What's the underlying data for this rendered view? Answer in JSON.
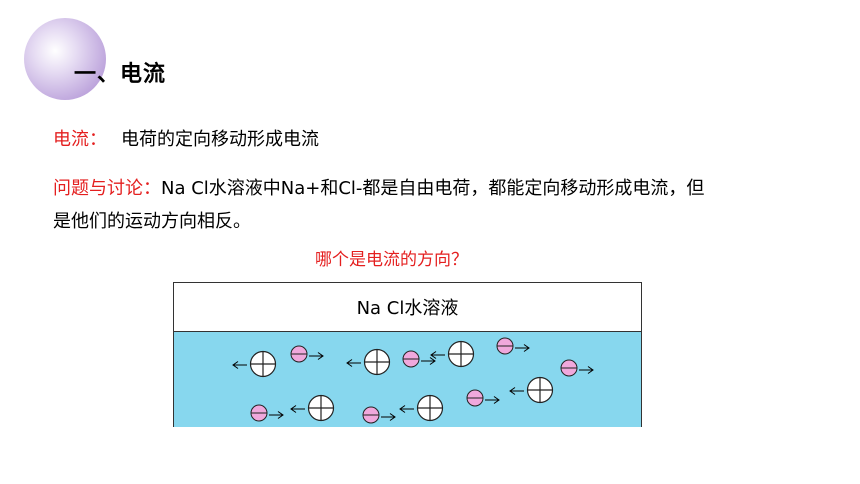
{
  "header": {
    "title": "一、电流"
  },
  "definition": {
    "term": "电流：",
    "text": "电荷的定向移动形成电流"
  },
  "discussion": {
    "label": "问题与讨论：",
    "text_line1": "Na Cl水溶液中Na+和Cl-都是自由电荷，都能定向移动形成电流，但",
    "text_line2": "是他们的运动方向相反。"
  },
  "question": "哪个是电流的方向？",
  "figure": {
    "label": "Na Cl水溶液",
    "colors": {
      "solution": "#87d7ee",
      "negative_ion": "#f0a8dc",
      "positive_ion": "#ffffff",
      "accent": "#e41f1f"
    },
    "icons": [
      "positive-ion-icon",
      "negative-ion-icon",
      "left-arrow-icon",
      "right-arrow-icon"
    ],
    "positive_ion_direction": "left",
    "negative_ion_direction": "right"
  }
}
